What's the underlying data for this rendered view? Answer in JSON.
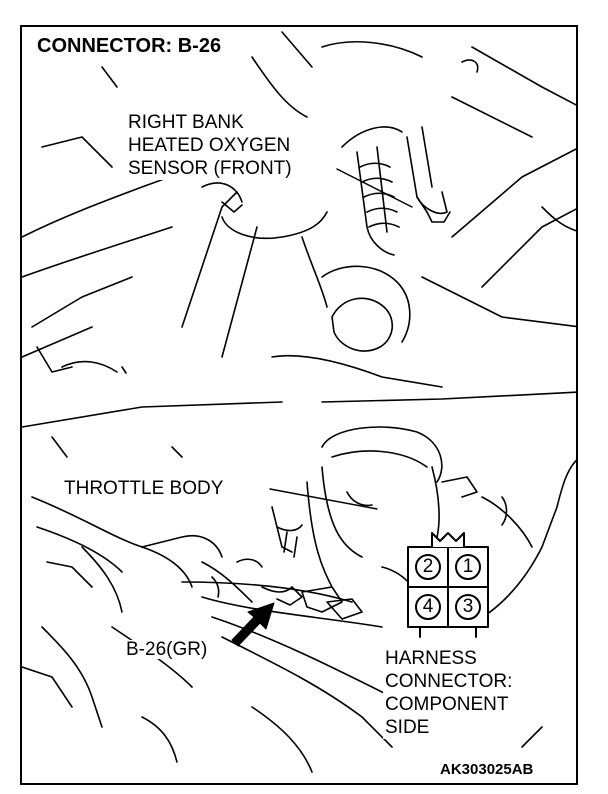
{
  "title": "CONNECTOR: B-26",
  "sensor_label": [
    "RIGHT BANK",
    "HEATED OXYGEN",
    "SENSOR (FRONT)"
  ],
  "throttle_label": "THROTTLE BODY",
  "connector_label": "B-26(GR)",
  "harness_label": [
    "HARNESS",
    "CONNECTOR:",
    "COMPONENT",
    "SIDE"
  ],
  "pins": [
    "2",
    "1",
    "4",
    "3"
  ],
  "figure_code": "AK303025AB"
}
